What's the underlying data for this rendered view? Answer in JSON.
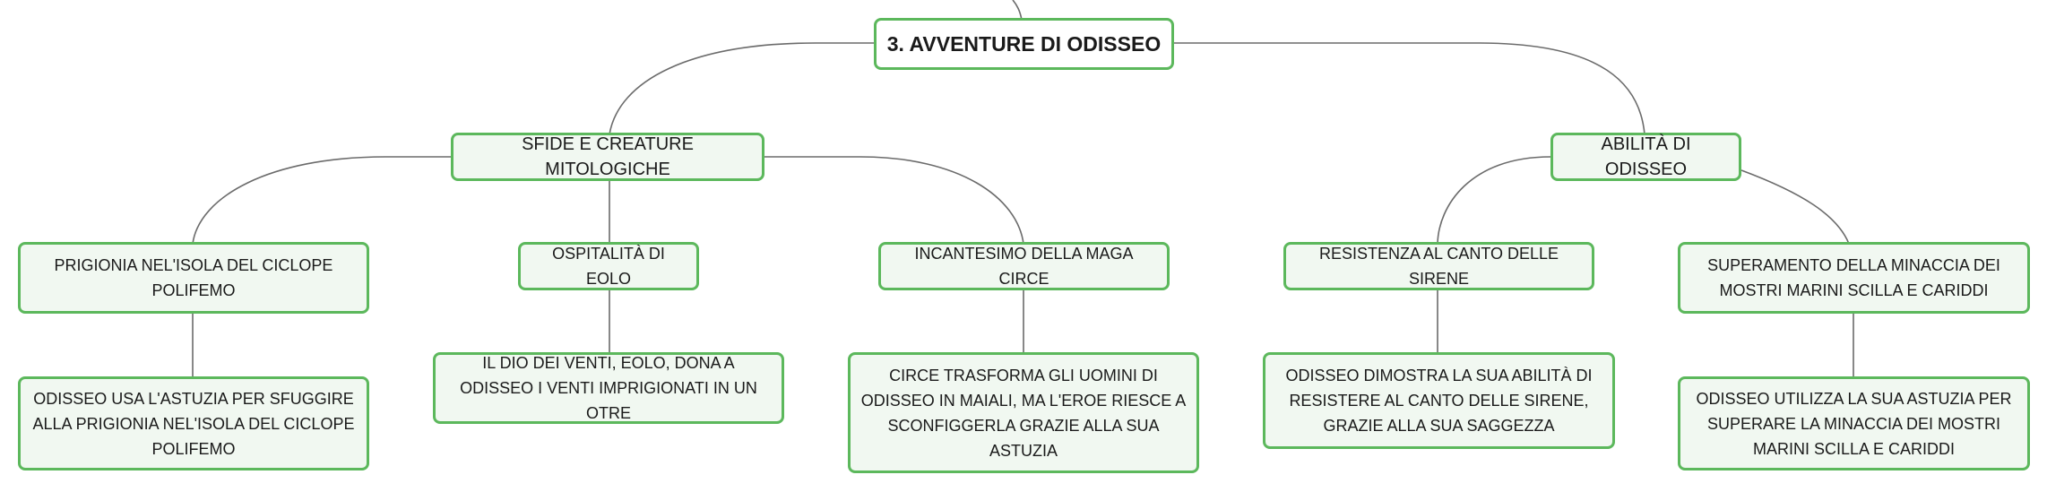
{
  "map": {
    "root": {
      "label": "3. AVVENTURE DI ODISSEO"
    },
    "branches": [
      {
        "label": "SFIDE E CREATURE MITOLOGICHE",
        "topics": [
          {
            "label": "PRIGIONIA NEL'ISOLA DEL CICLOPE POLIFEMO",
            "detail": "ODISSEO USA L'ASTUZIA PER SFUGGIRE ALLA PRIGIONIA NEL'ISOLA DEL CICLOPE POLIFEMO"
          },
          {
            "label": "OSPITALITÀ DI EOLO",
            "detail": "IL DIO DEI VENTI, EOLO, DONA A ODISSEO I VENTI IMPRIGIONATI IN UN OTRE"
          },
          {
            "label": "INCANTESIMO DELLA MAGA CIRCE",
            "detail": "CIRCE TRASFORMA GLI UOMINI DI ODISSEO IN MAIALI, MA L'EROE RIESCE A SCONFIGGERLA GRAZIE ALLA SUA ASTUZIA"
          }
        ]
      },
      {
        "label": "ABILITÀ DI ODISSEO",
        "topics": [
          {
            "label": "RESISTENZA AL CANTO DELLE SIRENE",
            "detail": "ODISSEO DIMOSTRA LA SUA ABILITÀ DI RESISTERE AL CANTO DELLE SIRENE, GRAZIE ALLA SUA SAGGEZZA"
          },
          {
            "label": "SUPERAMENTO DELLA MINACCIA DEI MOSTRI MARINI SCILLA E CARIDDI",
            "detail": "ODISSEO UTILIZZA LA SUA ASTUZIA PER SUPERARE LA MINACCIA DEI MOSTRI MARINI SCILLA E CARIDDI"
          }
        ]
      }
    ]
  },
  "colors": {
    "node_border": "#5cb85c",
    "node_fill": "#f1f8f1",
    "connector": "#6b6b6b",
    "text": "#1a1a1a"
  }
}
